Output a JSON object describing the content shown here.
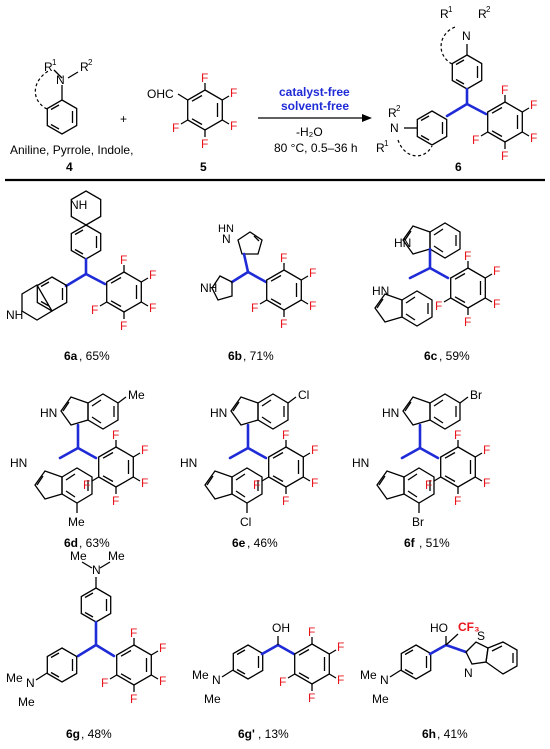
{
  "reaction": {
    "reactant1_R1": "R",
    "reactant1_R1_sup": "1",
    "reactant1_N": "N",
    "reactant1_R2": "R",
    "reactant1_R2_sup": "2",
    "reactant1_caption": "Aniline, Pyrrole, Indole,",
    "reactant1_number": "4",
    "plus": "+",
    "aldehyde_label": "OHC",
    "reactant2_number": "5",
    "cond_line1": "catalyst-free",
    "cond_line2": "solvent-free",
    "cond_line3": "-H₂O",
    "cond_line4": "80 °C, 0.5–36 h",
    "product_number": "6",
    "F": "F"
  },
  "products": [
    {
      "id": "6a",
      "yield": ", 65%"
    },
    {
      "id": "6b",
      "yield": ", 71%"
    },
    {
      "id": "6c",
      "yield": ", 59%"
    },
    {
      "id": "6d",
      "yield": ", 63%"
    },
    {
      "id": "6e",
      "yield": ", 46%"
    },
    {
      "id": "6f",
      "yield": ", 51%"
    },
    {
      "id": "6g",
      "yield": ", 48%"
    },
    {
      "id": "6g'",
      "yield": ", 13%"
    },
    {
      "id": "6h",
      "yield": ", 41%"
    }
  ],
  "atoms": {
    "NH": "NH",
    "HN": "HN",
    "N": "N",
    "Me": "Me",
    "Cl": "Cl",
    "Br": "Br",
    "OH": "OH",
    "HO": "HO",
    "CF3": "CF₃",
    "S": "S"
  },
  "colors": {
    "red": "#e8141b",
    "blue": "#1f2bd6"
  }
}
